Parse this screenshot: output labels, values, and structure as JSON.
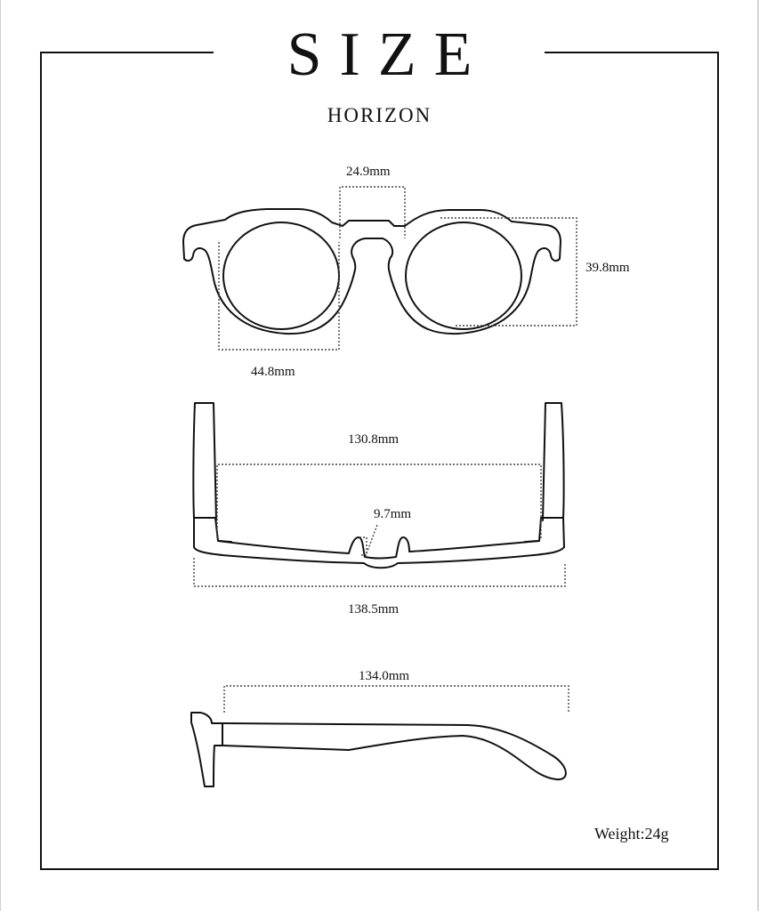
{
  "header": {
    "title": "SIZE",
    "model_name": "HORIZON"
  },
  "views": {
    "front": {
      "bridge_width": "24.9mm",
      "lens_height": "39.8mm",
      "lens_width": "44.8mm"
    },
    "top": {
      "inner_width": "130.8mm",
      "nose_pad": "9.7mm",
      "total_width": "138.5mm"
    },
    "side": {
      "temple_length": "134.0mm"
    }
  },
  "weight": "Weight:24g",
  "colors": {
    "line": "#111111",
    "background": "#ffffff",
    "dotted": "#444444"
  }
}
